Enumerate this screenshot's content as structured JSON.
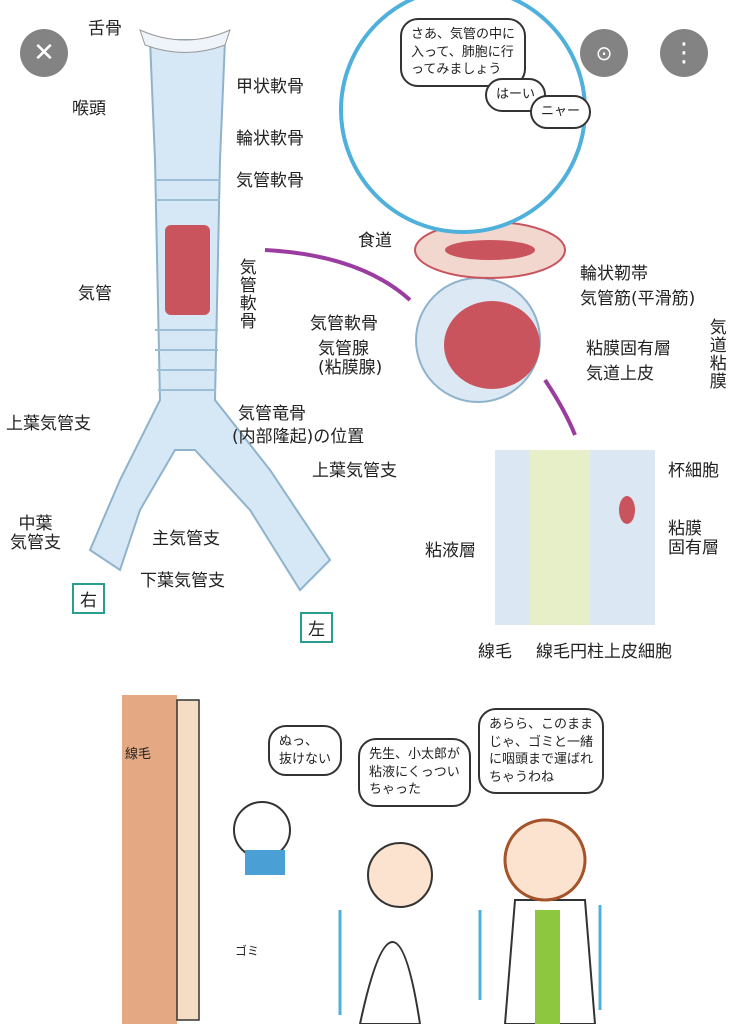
{
  "viewer": {
    "close_icon": "close-icon",
    "lens_icon": "lens-icon",
    "more_icon": "more-vert-icon"
  },
  "diagram": {
    "labels": {
      "hyoid": "舌骨",
      "larynx": "喉頭",
      "thyroid": "甲状軟骨",
      "cricoid": "輪状軟骨",
      "trachea_cartilage": "気管軟骨",
      "trachea": "気管",
      "trachea_cartilage_v": "気管軟骨",
      "upper_lobe_r": "上葉気管支",
      "carina": "気管竜骨",
      "carina_sub": "(内部隆起)の位置",
      "upper_lobe_l": "上葉気管支",
      "middle_lobe": "中葉\n気管支",
      "main_bronchus": "主気管支",
      "lower_lobe": "下葉気管支",
      "right": "右",
      "left": "左"
    },
    "section": {
      "esophagus": "食道",
      "annular": "輪状靭帯",
      "muscle": "気管筋(平滑筋)",
      "cartilage": "気管軟骨",
      "gland": "気管腺\n(粘膜腺)",
      "lamina": "粘膜固有層",
      "epithelium": "気道上皮",
      "mucosa": "気道粘膜"
    },
    "cells": {
      "goblet": "杯細胞",
      "lamina": "粘膜\n固有層",
      "mucus": "粘液層",
      "cilia": "線毛",
      "columnar": "線毛円柱上皮細胞"
    },
    "bubbles": {
      "teacher_top": "さあ、気管の中に\n入って、肺胞に行\nってみましょう",
      "girl_top": "はーい",
      "cat_top": "ニャー"
    }
  },
  "comic": {
    "cilia_label": "線毛",
    "dust_label": "ゴミ",
    "cat": "ぬっ、\n抜けない",
    "girl": "先生、小太郎が\n粘液にくっつい\nちゃった",
    "teacher": "あらら、このまま\nじゃ、ゴミと一緒\nに咽頭まで運ばれ\nちゃうわね"
  }
}
